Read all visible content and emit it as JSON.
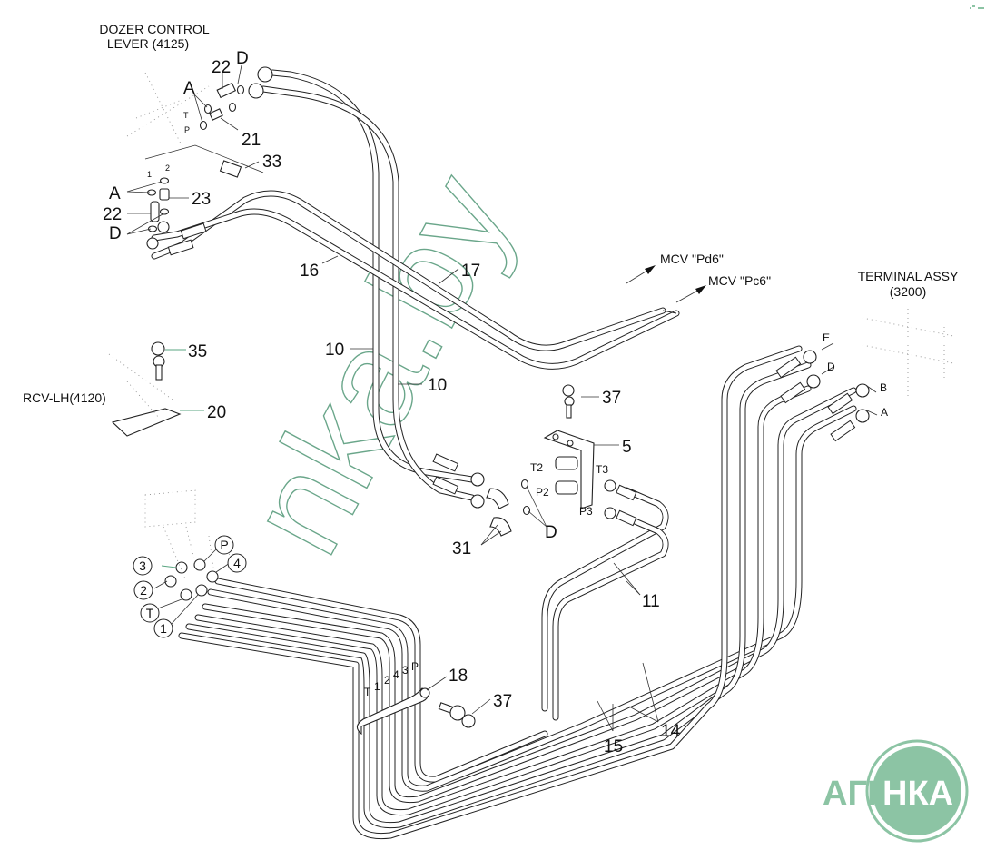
{
  "diagram": {
    "title_components": {
      "dozer_control_lever": [
        "DOZER CONTROL",
        "LEVER (4125)"
      ],
      "terminal_assy": [
        "TERMINAL ASSY",
        "(3200)"
      ],
      "rcv_lh": "RCV-LH(4120)",
      "mcv_pd6": "MCV \"Pd6\"",
      "mcv_pc6": "MCV \"Pc6\""
    },
    "part_callouts": {
      "p22_top": "22",
      "d_top": "D",
      "a_top": "A",
      "p21": "21",
      "p33": "33",
      "a_mid": "A",
      "p23": "23",
      "p22_mid": "22",
      "d_mid": "D",
      "p16": "16",
      "p17": "17",
      "p10_left": "10",
      "p10_right": "10",
      "p35": "35",
      "p20": "20",
      "p37_top": "37",
      "p5": "5",
      "p31": "31",
      "d_bottom": "D",
      "p11": "11",
      "p18": "18",
      "p37_bottom": "37",
      "p15": "15",
      "p14": "14"
    },
    "port_labels": {
      "t_lever": "T",
      "p_lever": "P",
      "port1_lever": "1",
      "port2_lever": "2",
      "t2": "T2",
      "t3": "T3",
      "p2": "P2",
      "p3": "P3",
      "terminal_e": "E",
      "terminal_d": "D",
      "terminal_b": "B",
      "terminal_a": "A"
    },
    "circled_ports": [
      "3",
      "P",
      "4",
      "2",
      "T",
      "1"
    ],
    "pipe_bundle_labels": [
      "T",
      "1",
      "2",
      "4",
      "3",
      "P"
    ]
  },
  "watermark": {
    "site_text": "nka.by",
    "logo_left": "АГРО",
    "logo_right": "НКА",
    "color": "#8cc4a4"
  }
}
